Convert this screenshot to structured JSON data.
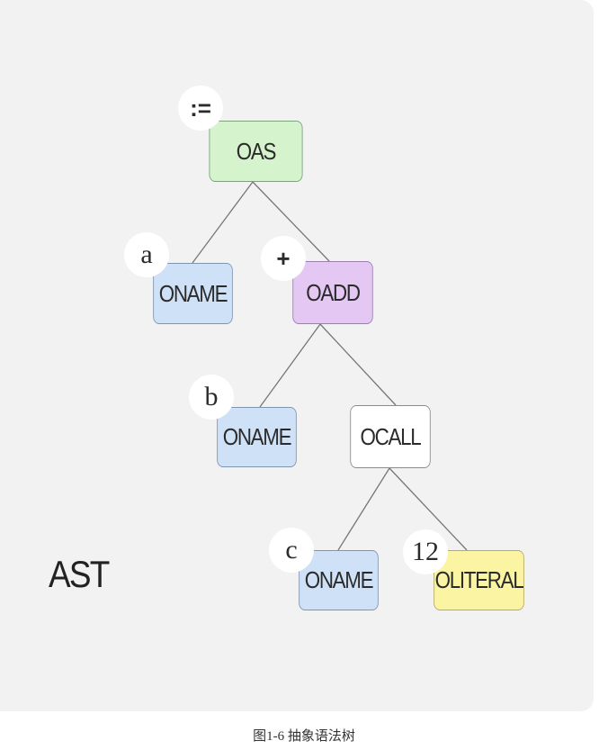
{
  "diagram": {
    "nodes": {
      "oas": {
        "label": "OAS",
        "badge": ":="
      },
      "oname_a": {
        "label": "ONAME",
        "badge": "a"
      },
      "oadd": {
        "label": "OADD",
        "badge": "+"
      },
      "oname_b": {
        "label": "ONAME",
        "badge": "b"
      },
      "ocall": {
        "label": "OCALL",
        "badge": ""
      },
      "oname_c": {
        "label": "ONAME",
        "badge": "c"
      },
      "oliteral": {
        "label": "OLITERAL",
        "badge": "12"
      }
    },
    "edges": [
      [
        "oas",
        "oname_a"
      ],
      [
        "oas",
        "oadd"
      ],
      [
        "oadd",
        "oname_b"
      ],
      [
        "oadd",
        "ocall"
      ],
      [
        "ocall",
        "oname_c"
      ],
      [
        "ocall",
        "oliteral"
      ]
    ],
    "side_label": "AST"
  },
  "caption": "图1-6 抽象语法树",
  "colors": {
    "oas": "#d5f3cd",
    "oname": "#cfe1f6",
    "oadd": "#e5c7f3",
    "ocall": "#ffffff",
    "oliteral": "#fbf4a3"
  }
}
